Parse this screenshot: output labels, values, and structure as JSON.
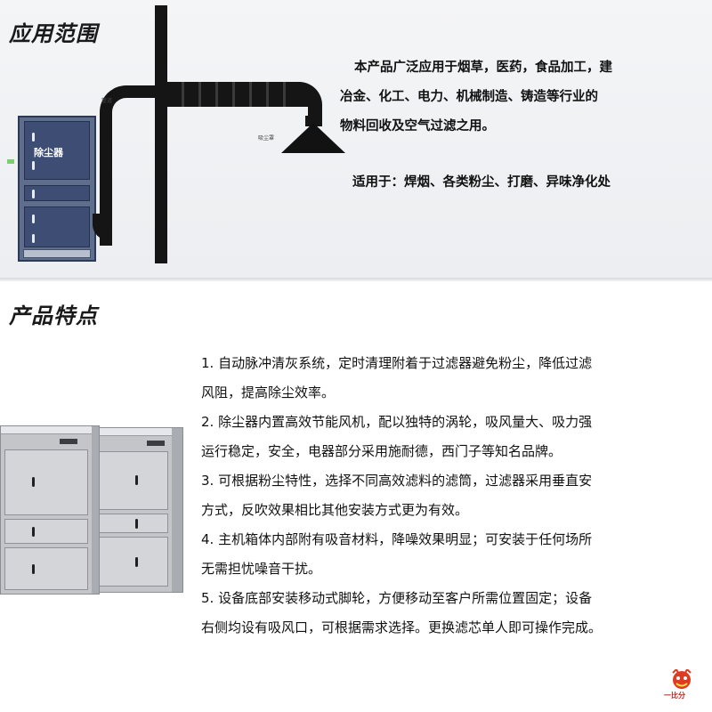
{
  "sections": {
    "scope": {
      "heading": "应用范围",
      "paragraph_lines": [
        "本产品广泛应用于烟草，医药，食品加工，建",
        "冶金、化工、电力、机械制造、铸造等行业的",
        "物料回收及空气过滤之用。"
      ],
      "suitable_for": "适用于：焊烟、各类粉尘、打磨、异味净化处"
    },
    "features": {
      "heading": "产品特点",
      "lines": [
        "1. 自动脉冲清灰系统，定时清理附着于过滤器避免粉尘，降低过滤",
        "风阻，提高除尘效率。",
        "2. 除尘器内置高效节能风机，配以独特的涡轮，吸风量大、吸力强",
        "运行稳定，安全，电器部分采用施耐德，西门子等知名品牌。",
        "3. 可根据粉尘特性，选择不同高效滤料的滤筒，过滤器采用垂直安",
        "方式，反吹效果相比其他安装方式更为有效。",
        "4. 主机箱体内部附有吸音材料，降噪效果明显；可安装于任何场所",
        "无需担忧噪音干扰。",
        "5. 设备底部安装移动式脚轮，方便移动至客户所需位置固定；设备",
        "右侧均设有吸风口，可根据需求选择。更换滤芯单人即可操作完成。"
      ]
    }
  },
  "diagram": {
    "cabinet_label": "除尘器",
    "pipe_tag": "管道",
    "hood_tag": "吸尘罩",
    "colors": {
      "cabinet": "#5e6e8c",
      "duct": "#151515"
    }
  },
  "watermark": {
    "text": "一比分",
    "color": "#b12a1a"
  }
}
